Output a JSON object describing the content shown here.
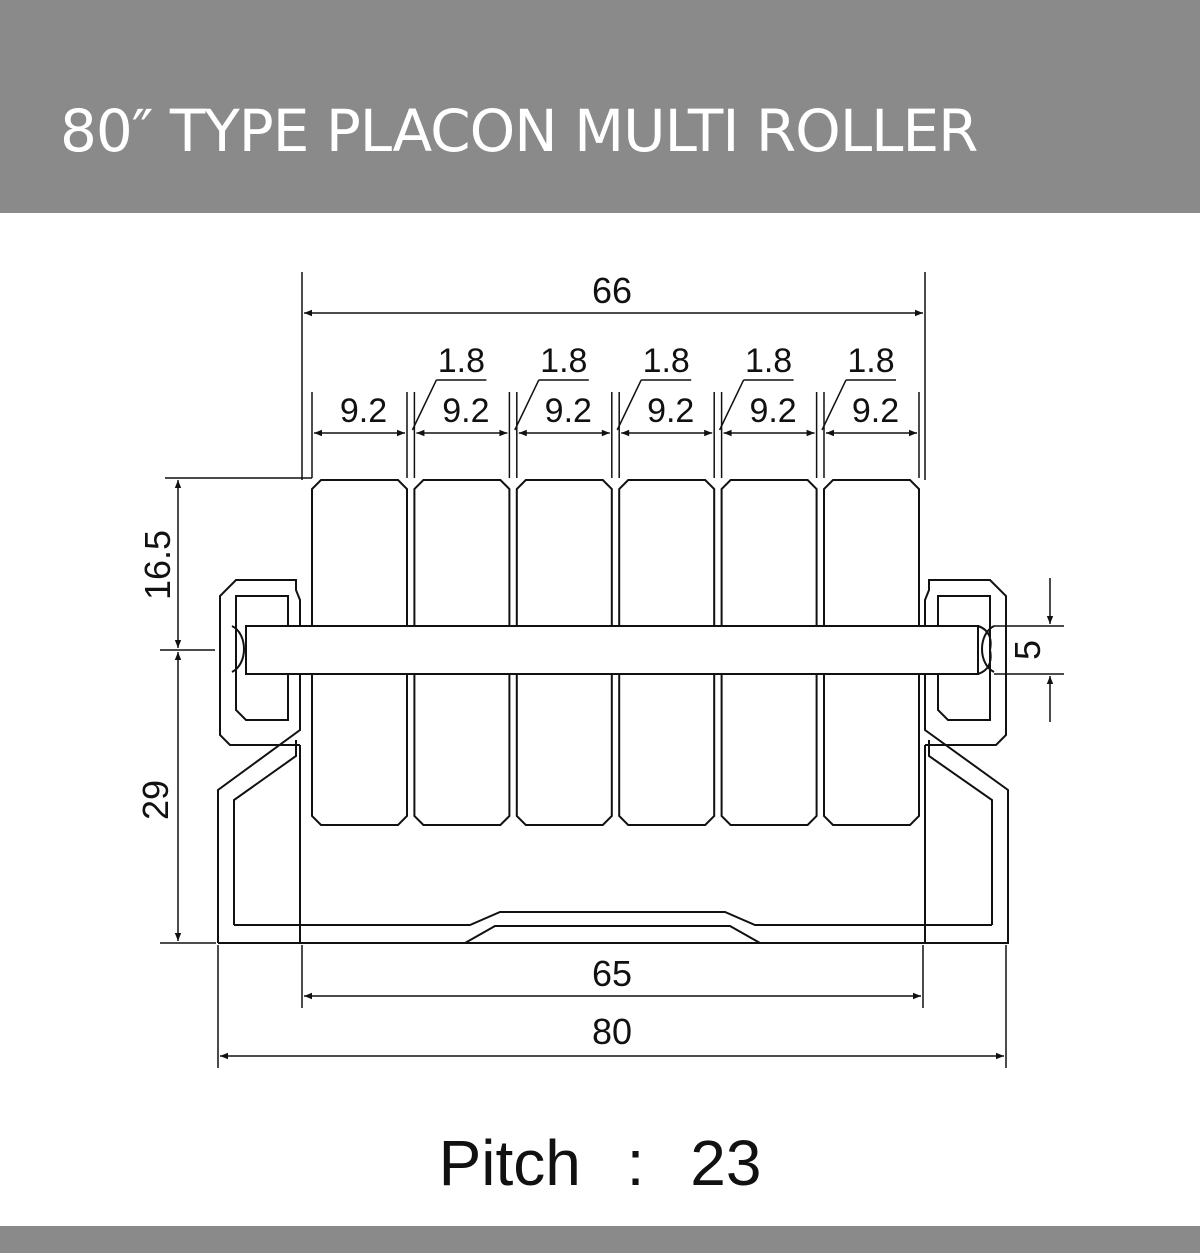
{
  "header": {
    "title": "80″ TYPE PLACON MULTI ROLLER"
  },
  "drawing": {
    "dim_overall_roller_width": "66",
    "roller_gap": "1.8",
    "roller_width": "9.2",
    "roller_count": 6,
    "dim_upper_height": "16.5",
    "dim_lower_height": "29",
    "dim_shaft": "5",
    "dim_inner_width": "65",
    "dim_outer_width": "80"
  },
  "footer": {
    "pitch_label": "Pitch",
    "pitch_sep": ":",
    "pitch_value": "23"
  },
  "colors": {
    "header_bg": "#8a8a8a",
    "line": "#111111"
  }
}
